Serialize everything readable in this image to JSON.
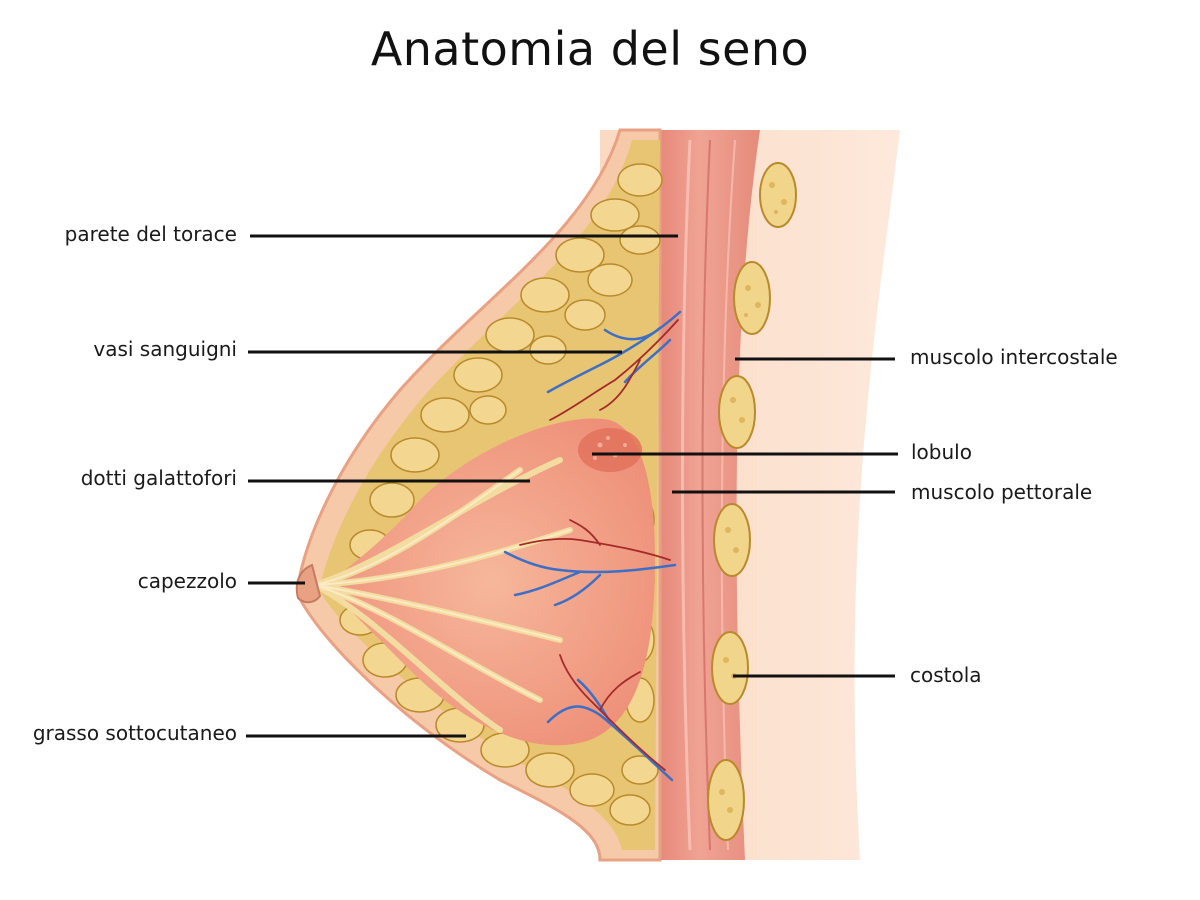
{
  "title": "Anatomia del seno",
  "labels": {
    "left": [
      {
        "id": "chest-wall",
        "text": "parete del torace"
      },
      {
        "id": "blood-vessels",
        "text": "vasi sanguigni"
      },
      {
        "id": "milk-ducts",
        "text": "dotti galattofori"
      },
      {
        "id": "nipple",
        "text": "capezzolo"
      },
      {
        "id": "subcutaneous-fat",
        "text": "grasso sottocutaneo"
      }
    ],
    "right": [
      {
        "id": "intercostal-muscle",
        "text": "muscolo intercostale"
      },
      {
        "id": "lobule",
        "text": "lobulo"
      },
      {
        "id": "pectoral-muscle",
        "text": "muscolo pettorale"
      },
      {
        "id": "rib",
        "text": "costola"
      }
    ]
  },
  "colors": {
    "skin": "#f6c9a8",
    "skin_dark": "#e9a184",
    "fat": "#e8c572",
    "fat_dark": "#b98a2c",
    "muscle": "#e58b7a",
    "muscle_dark": "#c85e55",
    "gland": "#f2a087",
    "vein": "#3d6fc4",
    "artery": "#a52a2a",
    "leader": "#111111"
  }
}
